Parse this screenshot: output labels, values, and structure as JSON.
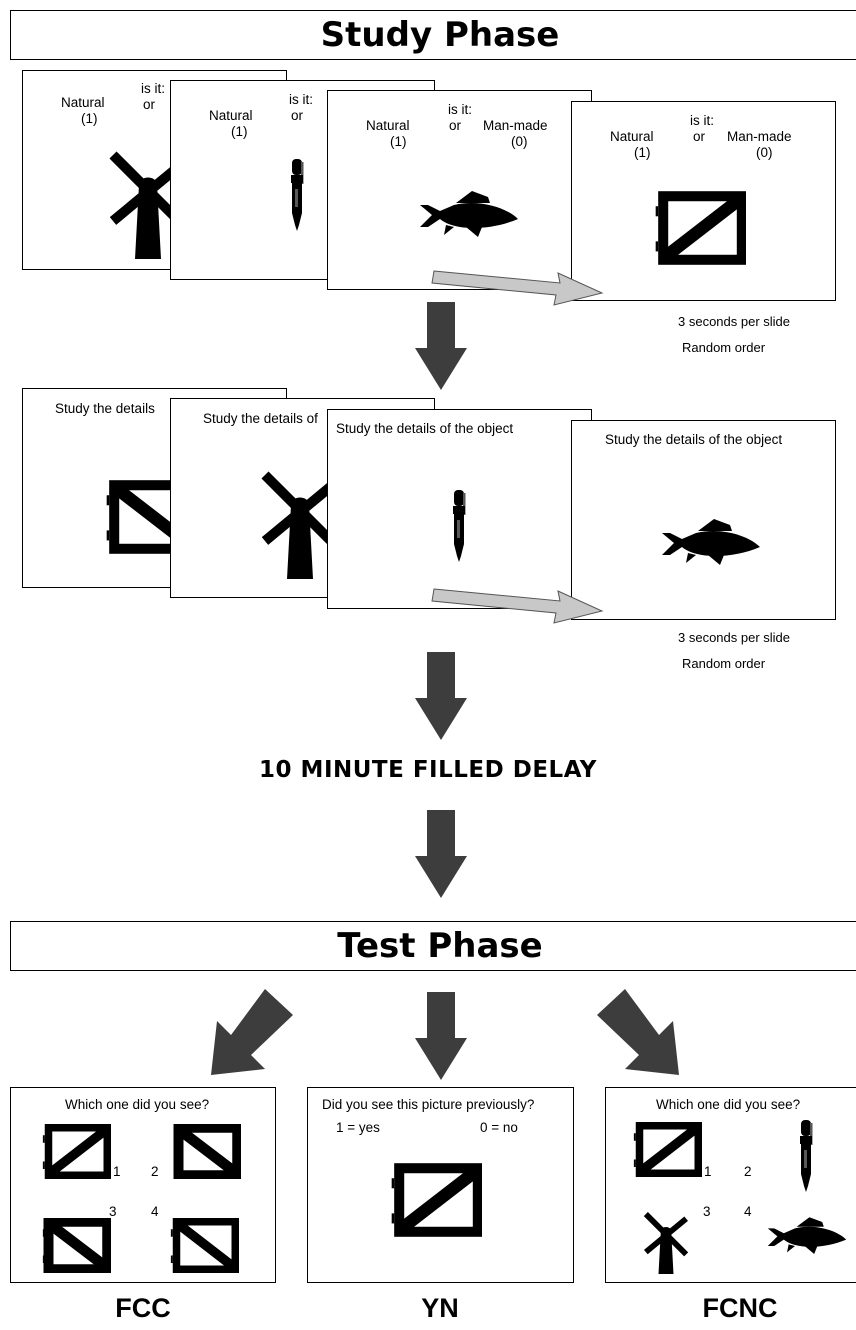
{
  "study_phase": {
    "title": "Study Phase",
    "set1": {
      "question": "is it:",
      "natural": "Natural",
      "natural_code": "(1)",
      "or": "or",
      "manmade": "Man-made",
      "manmade_code": "(0)",
      "cropped_manmade": "M",
      "note_time": "3 seconds per slide",
      "note_order": "Random order"
    },
    "set2": {
      "instruction": "Study the details of the object",
      "crop_a": "Study the details",
      "crop_b": "Study the details of",
      "note_time": "3 seconds per slide",
      "note_order": "Random order"
    }
  },
  "delay": {
    "label": "10 MINUTE FILLED DELAY"
  },
  "test_phase": {
    "title": "Test Phase",
    "fcc": {
      "question": "Which one did you see?",
      "numbers": [
        "1",
        "2",
        "3",
        "4"
      ],
      "label": "FCC"
    },
    "yn": {
      "question": "Did you see this picture previously?",
      "yes": "1 = yes",
      "no": "0 = no",
      "label": "YN"
    },
    "fcnc": {
      "question": "Which one did you see?",
      "numbers": [
        "1",
        "2",
        "3",
        "4"
      ],
      "label": "FCNC"
    }
  },
  "colors": {
    "arrow_dark": "#3d3d3d",
    "arrow_light": "#c8c8c8",
    "ink": "#000000"
  }
}
